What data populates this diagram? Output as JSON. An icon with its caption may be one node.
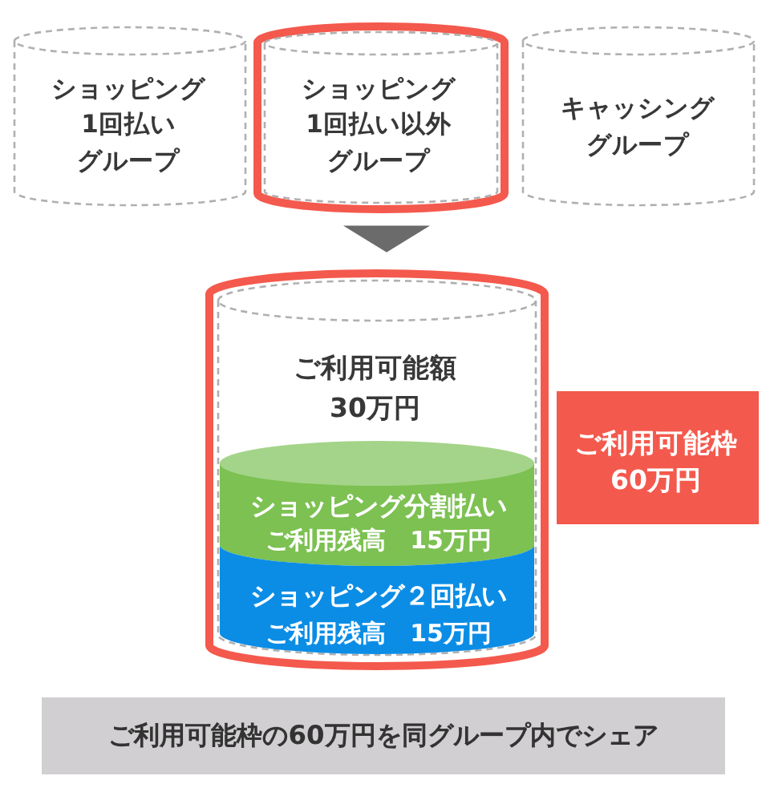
{
  "diagram": {
    "nodes": [
      {
        "text": [
          "ショッピング1回払いグループ"
        ]
      },
      {
        "text": [
          "ショッピング1回払い以外グループ"
        ]
      },
      {
        "text": [
          "キャッシンググループ"
        ]
      },
      {
        "text": [
          "ご利用可能額",
          "30万円"
        ]
      },
      {
        "text": [
          "ショッピング分割払い",
          "ご利用残高　15万円"
        ],
        "in": 3
      },
      {
        "text": [
          "ショッピング２回払い",
          "ご利用残高　15万円"
        ],
        "in": 3
      },
      {
        "text": [
          "ご利用可能枠",
          "60万円"
        ]
      },
      {
        "text": [
          "ご利用可能枠の60万円を同グループ内でシェア"
        ]
      }
    ],
    "edges": [
      {
        "from": 1,
        "to": 3,
        "arrow": "to"
      }
    ]
  }
}
